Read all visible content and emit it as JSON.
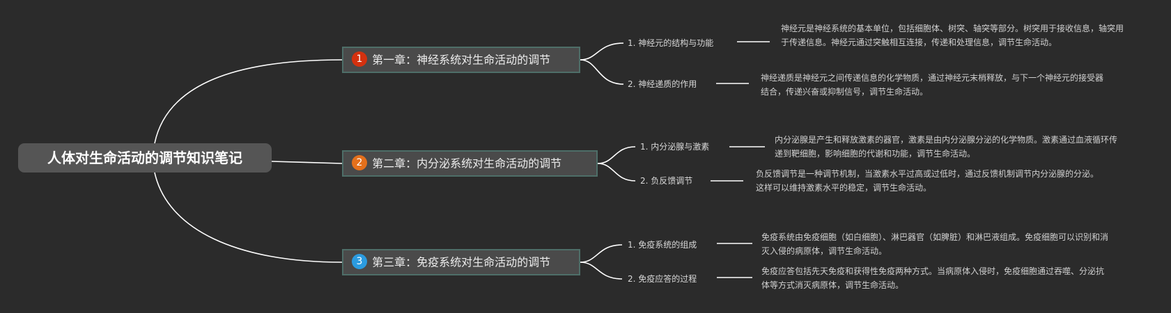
{
  "colors": {
    "background": "#2b2b2b",
    "root_fill": "#555555",
    "chapter_fill": "#4a4a4a",
    "chapter_border": "#4e6e68",
    "line": "#ffffff",
    "badge_1": "#d4310f",
    "badge_2": "#e3701c",
    "badge_3": "#2b9be0"
  },
  "root": {
    "title": "人体对生命活动的调节知识笔记"
  },
  "chapters": [
    {
      "number": "1",
      "title": "第一章：神经系统对生命活动的调节",
      "topics": [
        {
          "label": "1. 神经元的结构与功能",
          "text": "神经元是神经系统的基本单位，包括细胞体、树突、轴突等部分。树突用于接收信息，轴突用于传递信息。神经元通过突触相互连接，传递和处理信息，调节生命活动。"
        },
        {
          "label": "2. 神经递质的作用",
          "text": "神经递质是神经元之间传递信息的化学物质，通过神经元末梢释放，与下一个神经元的接受器结合，传递兴奋或抑制信号，调节生命活动。"
        }
      ]
    },
    {
      "number": "2",
      "title": "第二章：内分泌系统对生命活动的调节",
      "topics": [
        {
          "label": "1. 内分泌腺与激素",
          "text": "内分泌腺是产生和释放激素的器官，激素是由内分泌腺分泌的化学物质。激素通过血液循环传递到靶细胞，影响细胞的代谢和功能，调节生命活动。"
        },
        {
          "label": "2. 负反馈调节",
          "text": "负反馈调节是一种调节机制，当激素水平过高或过低时，通过反馈机制调节内分泌腺的分泌。这样可以维持激素水平的稳定，调节生命活动。"
        }
      ]
    },
    {
      "number": "3",
      "title": "第三章：免疫系统对生命活动的调节",
      "topics": [
        {
          "label": "1. 免疫系统的组成",
          "text": "免疫系统由免疫细胞（如白细胞）、淋巴器官（如脾脏）和淋巴液组成。免疫细胞可以识别和消灭入侵的病原体，调节生命活动。"
        },
        {
          "label": "2. 免疫应答的过程",
          "text": "免疫应答包括先天免疫和获得性免疫两种方式。当病原体入侵时，免疫细胞通过吞噬、分泌抗体等方式消灭病原体，调节生命活动。"
        }
      ]
    }
  ]
}
